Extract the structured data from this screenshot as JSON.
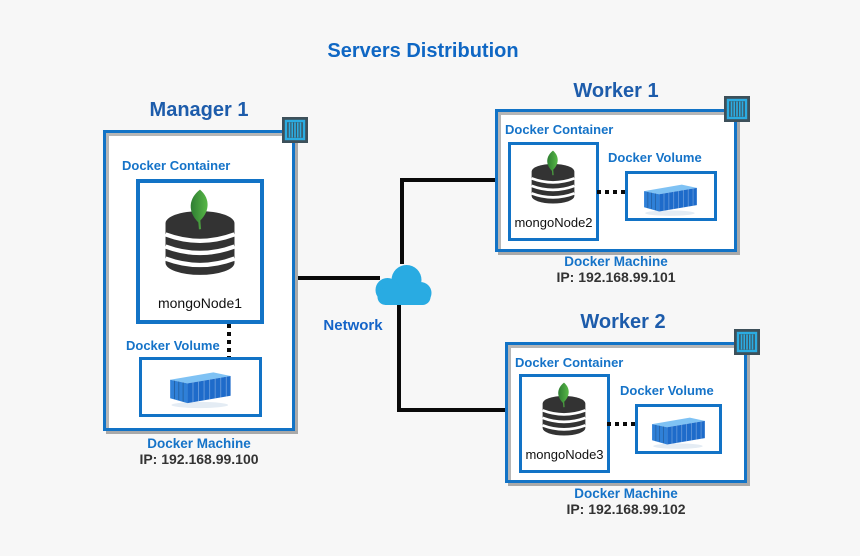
{
  "page": {
    "title": "Servers Distribution",
    "background": "#f7f7f7"
  },
  "network": {
    "label": "Network"
  },
  "colors": {
    "border_blue": "#1273c6",
    "heading_blue": "#1d5cab",
    "label_blue": "#1573c8",
    "title_blue": "#0f67c4",
    "cloud_cyan": "#29abe2",
    "corner_icon_dark": "#3d505a",
    "corner_icon_cyan": "#2bace2",
    "connector_black": "#0a0a0a",
    "mongo_dark": "#333333",
    "leaf_green_dark": "#2e7d32",
    "leaf_green_light": "#58b847",
    "ip_text": "#333333",
    "shadow_gray": "#a9a9a9"
  },
  "icons": {
    "corner": "shipping-container-icon",
    "database": "mongodb-leaf-database-icon",
    "volume": "blue-3d-shipping-container",
    "network": "cloud-icon"
  },
  "nodes": [
    {
      "title": "Manager 1",
      "container_label": "Docker Container",
      "node_name": "mongoNode1",
      "volume_label": "Docker Volume",
      "machine_label": "Docker Machine",
      "ip": "IP: 192.168.99.100"
    },
    {
      "title": "Worker 1",
      "container_label": "Docker Container",
      "node_name": "mongoNode2",
      "volume_label": "Docker Volume",
      "machine_label": "Docker Machine",
      "ip": "IP: 192.168.99.101"
    },
    {
      "title": "Worker 2",
      "container_label": "Docker Container",
      "node_name": "mongoNode3",
      "volume_label": "Docker Volume",
      "machine_label": "Docker Machine",
      "ip": "IP: 192.168.99.102"
    }
  ]
}
